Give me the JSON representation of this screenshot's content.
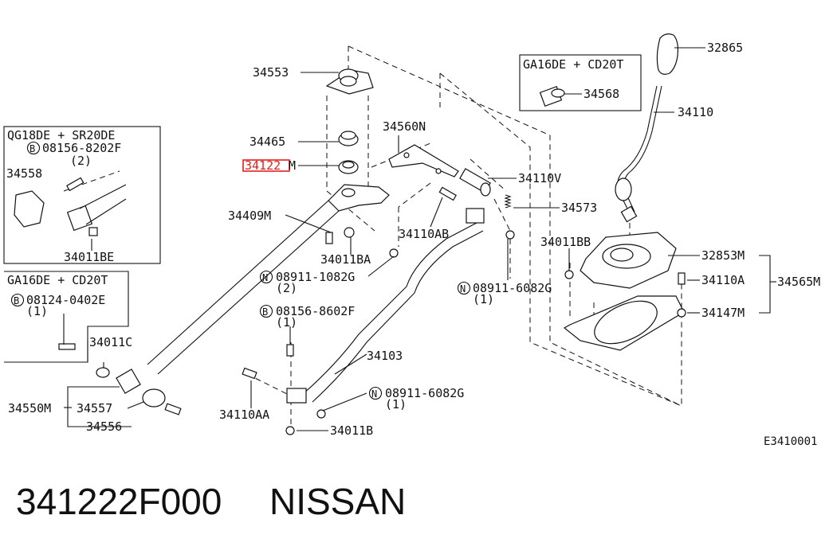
{
  "diagram": {
    "callouts": {
      "p32865": "32865",
      "p34553": "34553",
      "ga16_top": "GA16DE + CD20T",
      "p34568": "34568",
      "p34110": "34110",
      "p34465": "34465",
      "p34560n": "34560N",
      "p34122m_a": "34122",
      "p34122m_b": "M",
      "qg18": "QG18DE + SR20DE",
      "b_08156_8202f": "08156-8202F",
      "q2a": "(2)",
      "p34558": "34558",
      "p34110v": "34110V",
      "p34409m": "34409M",
      "p34573": "34573",
      "p34110ab": "34110AB",
      "p34011bb": "34011BB",
      "p32853m": "32853M",
      "p34011ba": "34011BA",
      "p34011be": "34011BE",
      "ga16_left": "GA16DE + CD20T",
      "n_08911_1082g": "08911-1082G",
      "q2b": "(2)",
      "n_08911_6082g_a": "08911-6082G",
      "q1a": "(1)",
      "p34110a": "34110A",
      "p34565m": "34565M",
      "b_08124_0402e": "08124-0402E",
      "q1b": "(1)",
      "p34147m": "34147M",
      "b_08156_8602f": "08156-8602F",
      "q1c": "(1)",
      "p34011c": "34011C",
      "p34103": "34103",
      "n_08911_6082g_b": "08911-6082G",
      "q1d": "(1)",
      "p34550m": "34550M",
      "p34557": "34557",
      "p34110aa": "34110AA",
      "p34556": "34556",
      "p34011b": "34011B",
      "diagram_code": "E3410001",
      "b_mark": "B",
      "n_mark": "N"
    },
    "part_number": "341222F000",
    "brand": "NISSAN",
    "highlight_color": "#e02020"
  }
}
